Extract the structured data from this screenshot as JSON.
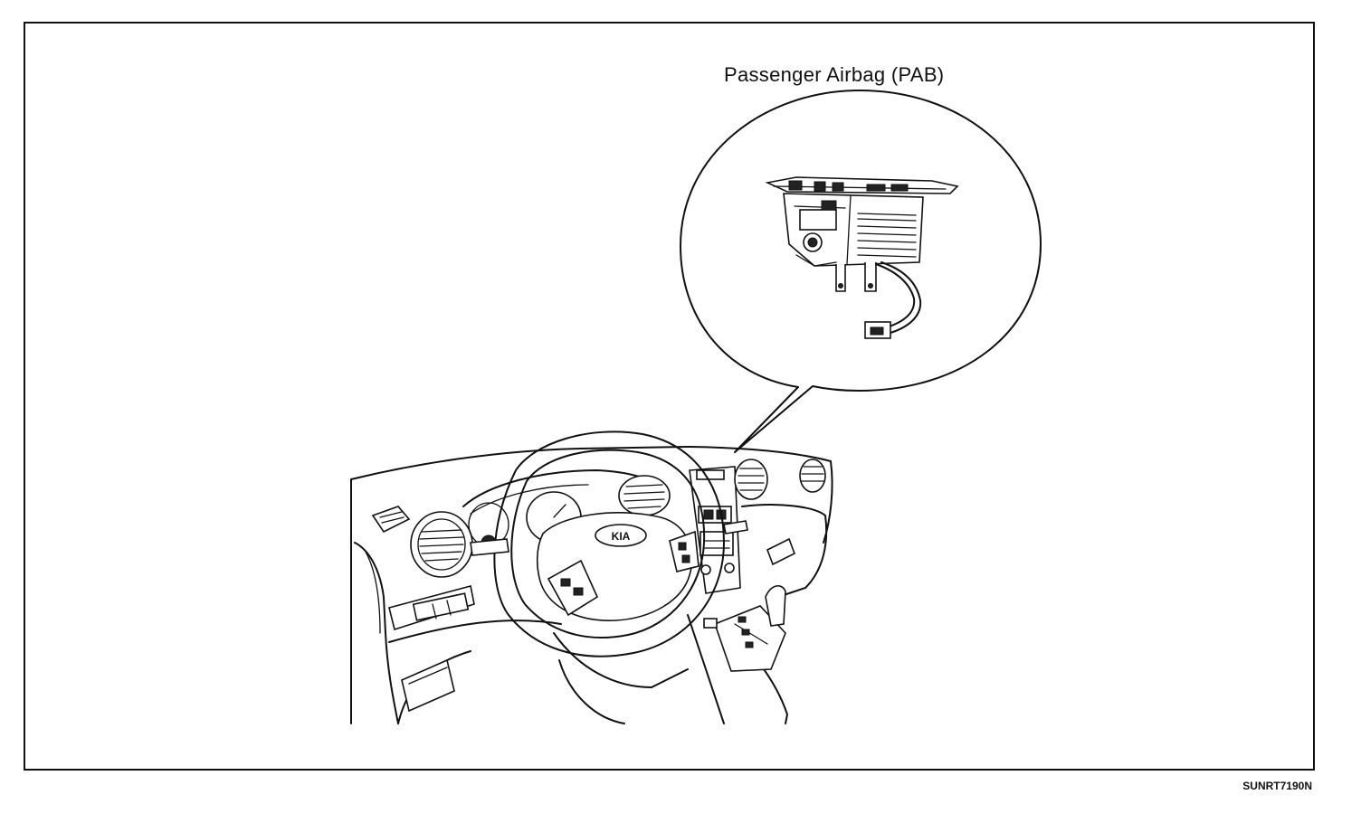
{
  "diagram": {
    "callout_label": "Passenger Airbag (PAB)",
    "figure_code": "SUNRT7190N",
    "subjects": [
      "passenger-airbag-module",
      "instrument-panel",
      "steering-wheel"
    ]
  }
}
